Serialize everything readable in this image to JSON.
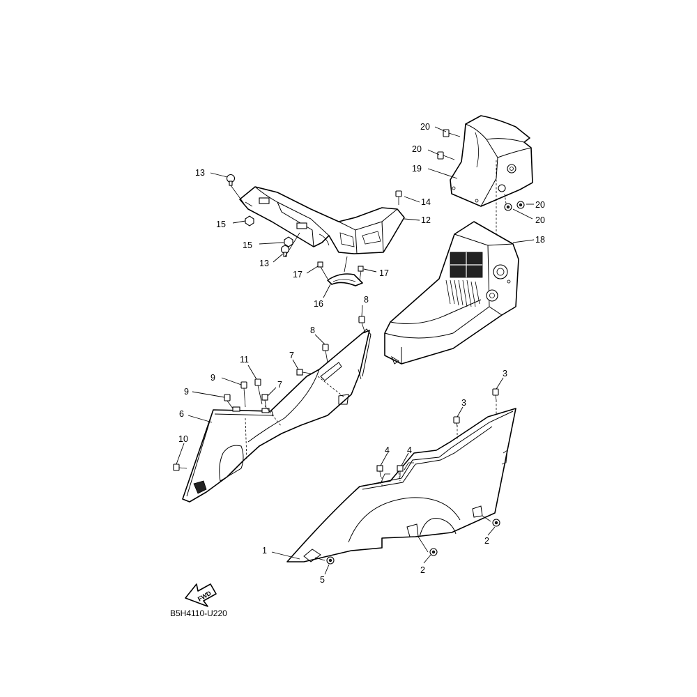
{
  "diagram_code": "B5H4110-U220",
  "fwd_label": "FWD",
  "callouts": {
    "c1": "1",
    "c2a": "2",
    "c2b": "2",
    "c3a": "3",
    "c3b": "3",
    "c4a": "4",
    "c4b": "4",
    "c5": "5",
    "c6": "6",
    "c7a": "7",
    "c7b": "7",
    "c8a": "8",
    "c8b": "8",
    "c9a": "9",
    "c9b": "9",
    "c10": "10",
    "c11": "11",
    "c12": "12",
    "c13a": "13",
    "c13b": "13",
    "c14": "14",
    "c15a": "15",
    "c15b": "15",
    "c16": "16",
    "c17a": "17",
    "c17b": "17",
    "c18": "18",
    "c19": "19",
    "c20a": "20",
    "c20b": "20",
    "c20c": "20",
    "c20d": "20"
  },
  "icons": [
    "bolt-icon",
    "screw-icon",
    "nut-icon",
    "clip-icon",
    "fwd-arrow-icon"
  ]
}
